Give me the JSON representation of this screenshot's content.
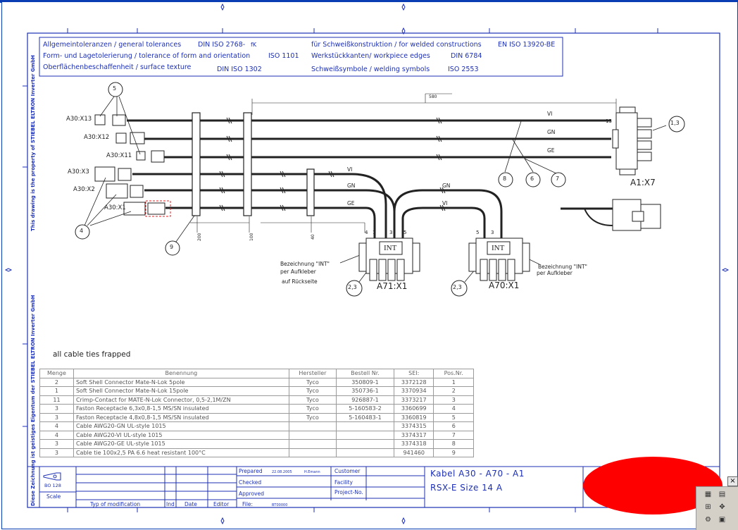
{
  "tolerances": {
    "general": "Allgemeintoleranzen / general tolerances",
    "general_std": "DIN ISO 2768-",
    "general_class": "fK",
    "form": "Form- und Lagetolerierung / tolerance of form and orientation",
    "form_std": "ISO 1101",
    "surface": "Oberflächenbeschaffenheit / surface texture",
    "surface_std": "DIN ISO 1302",
    "welded": "für Schweißkonstruktion / for welded constructions",
    "welded_std": "EN ISO 13920-BE",
    "edges": "Werkstückkanten/ workpiece edges",
    "edges_std": "DIN 6784",
    "symbols": "Schweißsymbole / welding symbols",
    "symbols_std": "ISO 2553"
  },
  "side_text": {
    "top": "This drawing is the property of STIEBEL ELTRON Inverter GmbH",
    "bottom": "Diese Zeichnung ist geistiges Eigentum der STIEBEL ELTRON Inverter GmbH"
  },
  "diagram": {
    "connectors_left": [
      "A30:X13",
      "A30:X12",
      "A30:X11",
      "A30:X3",
      "A30:X2",
      "A30:X1"
    ],
    "wire_colors_top": [
      "VI",
      "GN",
      "GE"
    ],
    "wire_colors_mid": [
      "VI",
      "GN",
      "GE"
    ],
    "wire_colors_right": [
      "GN",
      "VI"
    ],
    "dim_580": "580",
    "dim_200": "200",
    "dim_100": "100",
    "dim_40": "40",
    "balloons": [
      "5",
      "4",
      "9",
      "8",
      "6",
      "7",
      "1,3",
      "2,3",
      "2,3"
    ],
    "conn_a71": "A71:X1",
    "conn_a70": "A70:X1",
    "conn_a1": "A1:X7",
    "int_label": "INT",
    "pin_13": "13",
    "pins_a71": [
      "4",
      "1",
      "3",
      "5"
    ],
    "pins_a70": [
      "5",
      "3"
    ],
    "note_a71": [
      "Bezeichnung \"INT\"",
      "per Aufkleber",
      "auf Rückseite"
    ],
    "note_a70": [
      "Bezeichnung \"INT\"",
      "per Aufkleber"
    ],
    "cable_ties_note": "all cable ties frapped"
  },
  "bom": {
    "headers": [
      "Menge",
      "Benennung",
      "Hersteller",
      "Bestell Nr.",
      "SEI:",
      "Pos.Nr."
    ],
    "rows": [
      [
        "2",
        "Soft Shell Connector Mate-N-Lok 5pole",
        "Tyco",
        "350809-1",
        "3372128",
        "1"
      ],
      [
        "1",
        "Soft Shell Connector Mate-N-Lok 15pole",
        "Tyco",
        "350736-1",
        "3370934",
        "2"
      ],
      [
        "11",
        "Crimp-Contact for MATE-N-Lok Connector, 0,5-2,1M/ZN",
        "Tyco",
        "926887-1",
        "3373217",
        "3"
      ],
      [
        "3",
        "Faston Receptacle 6,3x0,8-1,5 MS/SN insulated",
        "Tyco",
        "5-160583-2",
        "3360699",
        "4"
      ],
      [
        "3",
        "Faston Receptacle 4,8x0,8-1,5 MS/SN insulated",
        "Tyco",
        "5-160483-1",
        "3360819",
        "5"
      ],
      [
        "4",
        "Cable AWG20-GN UL-style 1015",
        "",
        "",
        "3374315",
        "6"
      ],
      [
        "4",
        "Cable AWG20-VI UL-style 1015",
        "",
        "",
        "3374317",
        "7"
      ],
      [
        "3",
        "Cable AWG20-GE UL-style 1015",
        "",
        "",
        "3374318",
        "8"
      ],
      [
        "3",
        "Cable tie 100x2,5 PA 6.6   heat resistant 100°C",
        "",
        "",
        "941460",
        "9"
      ]
    ]
  },
  "titleblock": {
    "logo_code": "BO 128",
    "scale_label": "Scale",
    "typ_mod": "Typ of modification",
    "ind": "Ind",
    "date": "Date",
    "editor": "Editor",
    "prepared": "Prepared",
    "prepared_date": "22.08.2005",
    "prepared_by": "H.Emann",
    "checked": "Checked",
    "approved": "Approved",
    "file": "File:",
    "file_val": "BT00000",
    "customer": "Customer",
    "facility": "Facility",
    "project": "Project-No.",
    "title1": "Kabel A30 - A70 - A1",
    "title2": "RSX-E Size 14 A",
    "close_glyph": "×"
  },
  "colors": {
    "line": "#1c2fb4",
    "cable": "#222222",
    "redact": "#ff0000"
  }
}
